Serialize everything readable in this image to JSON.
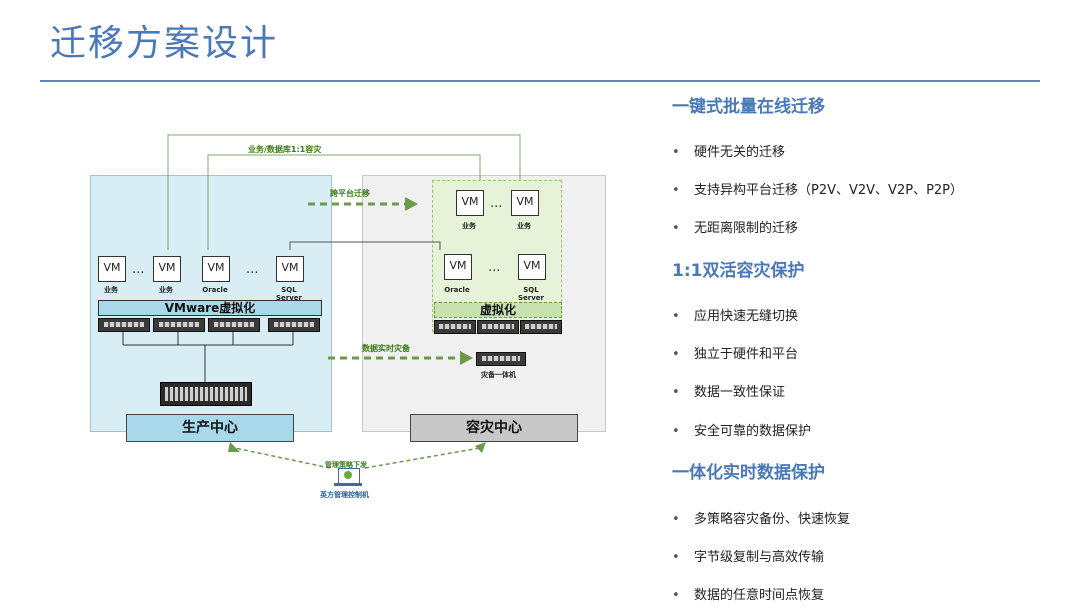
{
  "title": "迁移方案设计",
  "diagram": {
    "top_link": "业务/数据库1:1容灾",
    "cross_platform": "跨平台迁移",
    "realtime_dr": "数据实时灾备",
    "vmware": "VMware虚拟化",
    "virt": "虚拟化",
    "vm_label": "VM",
    "dots": "...",
    "cap_business": "业务",
    "cap_oracle": "Oracle",
    "cap_sql": "SQL Server",
    "dr_appliance": "灾备一体机",
    "prod_center": "生产中心",
    "dr_center": "容灾中心",
    "policy": "管理策略下发",
    "console": "英方管理控制机"
  },
  "sections": [
    {
      "title": "一键式批量在线迁移",
      "items": [
        "硬件无关的迁移",
        "支持异构平台迁移（P2V、V2V、V2P、P2P）",
        "无距离限制的迁移"
      ]
    },
    {
      "title": "1:1双活容灾保护",
      "items": [
        "应用快速无缝切换",
        "独立于硬件和平台",
        "数据一致性保证",
        "安全可靠的数据保护"
      ]
    },
    {
      "title": "一体化实时数据保护",
      "items": [
        "多策略容灾备份、快速恢复",
        "字节级复制与高效传输",
        "数据的任意时间点恢复"
      ]
    }
  ],
  "bullet": "•",
  "colors": {
    "accent": "#4a78b8",
    "prod": "#a8d8ea",
    "green": "#6a9a4a"
  }
}
